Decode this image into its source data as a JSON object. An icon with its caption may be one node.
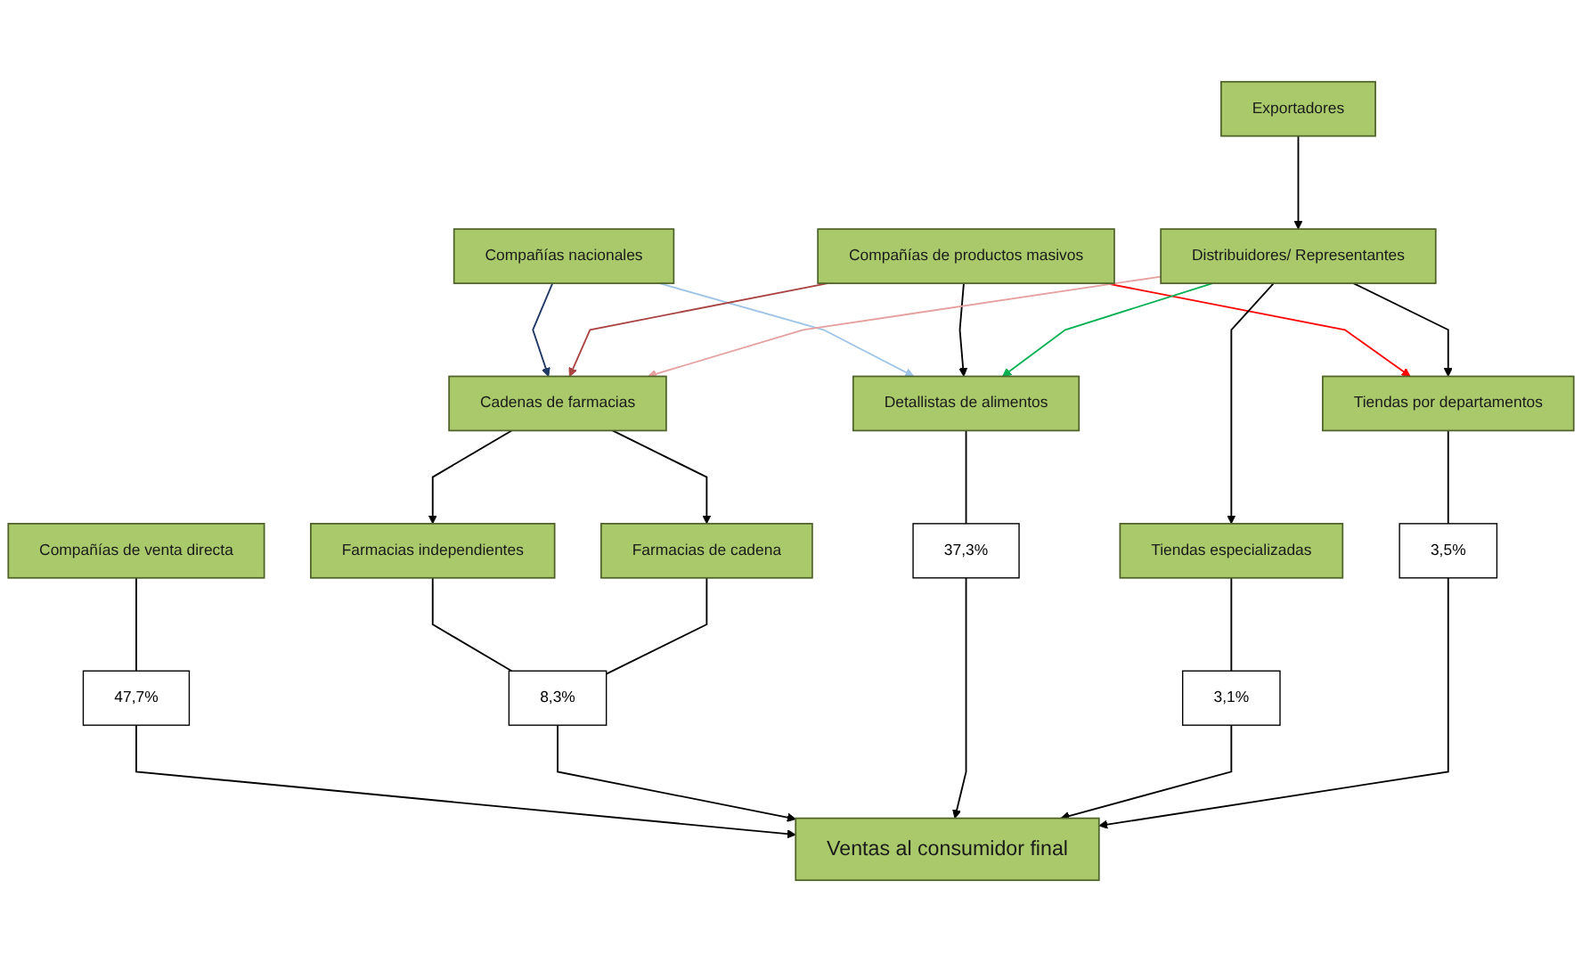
{
  "diagram": {
    "nodes": [
      {
        "text": [
          "Exportadores"
        ]
      },
      {
        "text": [
          "Compañías de venta directa"
        ]
      },
      {
        "text": [
          "Compañías nacionales"
        ]
      },
      {
        "text": [
          "Compañías de productos masivos"
        ]
      },
      {
        "text": [
          "Distribuidores/ Representantes"
        ]
      },
      {
        "text": [
          "Cadenas de farmacias"
        ]
      },
      {
        "text": [
          "Detallistas de alimentos"
        ]
      },
      {
        "text": [
          "Tiendas especializadas"
        ]
      },
      {
        "text": [
          "Tiendas por departamentos"
        ]
      },
      {
        "text": [
          "Farmacias independientes"
        ]
      },
      {
        "text": [
          "Farmacias de cadena"
        ]
      },
      {
        "text": [
          "47,7%"
        ]
      },
      {
        "text": [
          "8,3%"
        ]
      },
      {
        "text": [
          "37,3%"
        ]
      },
      {
        "text": [
          "3,1%"
        ]
      },
      {
        "text": [
          "3,5%"
        ]
      },
      {
        "text": [
          "Ventas al consumidor final"
        ]
      }
    ],
    "edges": [
      {
        "from": 0,
        "to": 4,
        "arrow": "to"
      },
      {
        "from": 1,
        "to": 11,
        "arrow": "none"
      },
      {
        "from": 2,
        "to": 5,
        "arrow": "to",
        "color": "#1f3864"
      },
      {
        "from": 2,
        "to": 6,
        "arrow": "to",
        "color": "#9dc3e6"
      },
      {
        "from": 3,
        "to": 5,
        "arrow": "to",
        "color": "#a94442"
      },
      {
        "from": 3,
        "to": 6,
        "arrow": "to"
      },
      {
        "from": 3,
        "to": 8,
        "arrow": "to",
        "color": "#ff0000"
      },
      {
        "from": 4,
        "to": 5,
        "arrow": "to",
        "color": "#e6a0a0"
      },
      {
        "from": 4,
        "to": 6,
        "arrow": "to",
        "color": "#00b050"
      },
      {
        "from": 4,
        "to": 7,
        "arrow": "to"
      },
      {
        "from": 4,
        "to": 8,
        "arrow": "to"
      },
      {
        "from": 5,
        "to": 9,
        "arrow": "to"
      },
      {
        "from": 5,
        "to": 10,
        "arrow": "to"
      },
      {
        "from": 6,
        "to": 13,
        "arrow": "none"
      },
      {
        "from": 7,
        "to": 14,
        "arrow": "none"
      },
      {
        "from": 8,
        "to": 15,
        "arrow": "none"
      },
      {
        "from": 9,
        "to": 12,
        "arrow": "none"
      },
      {
        "from": 10,
        "to": 12,
        "arrow": "none"
      },
      {
        "from": 11,
        "to": 16,
        "arrow": "to"
      },
      {
        "from": 12,
        "to": 16,
        "arrow": "to"
      },
      {
        "from": 13,
        "to": 16,
        "arrow": "to"
      },
      {
        "from": 14,
        "to": 16,
        "arrow": "to"
      },
      {
        "from": 15,
        "to": 16,
        "arrow": "to"
      }
    ]
  }
}
